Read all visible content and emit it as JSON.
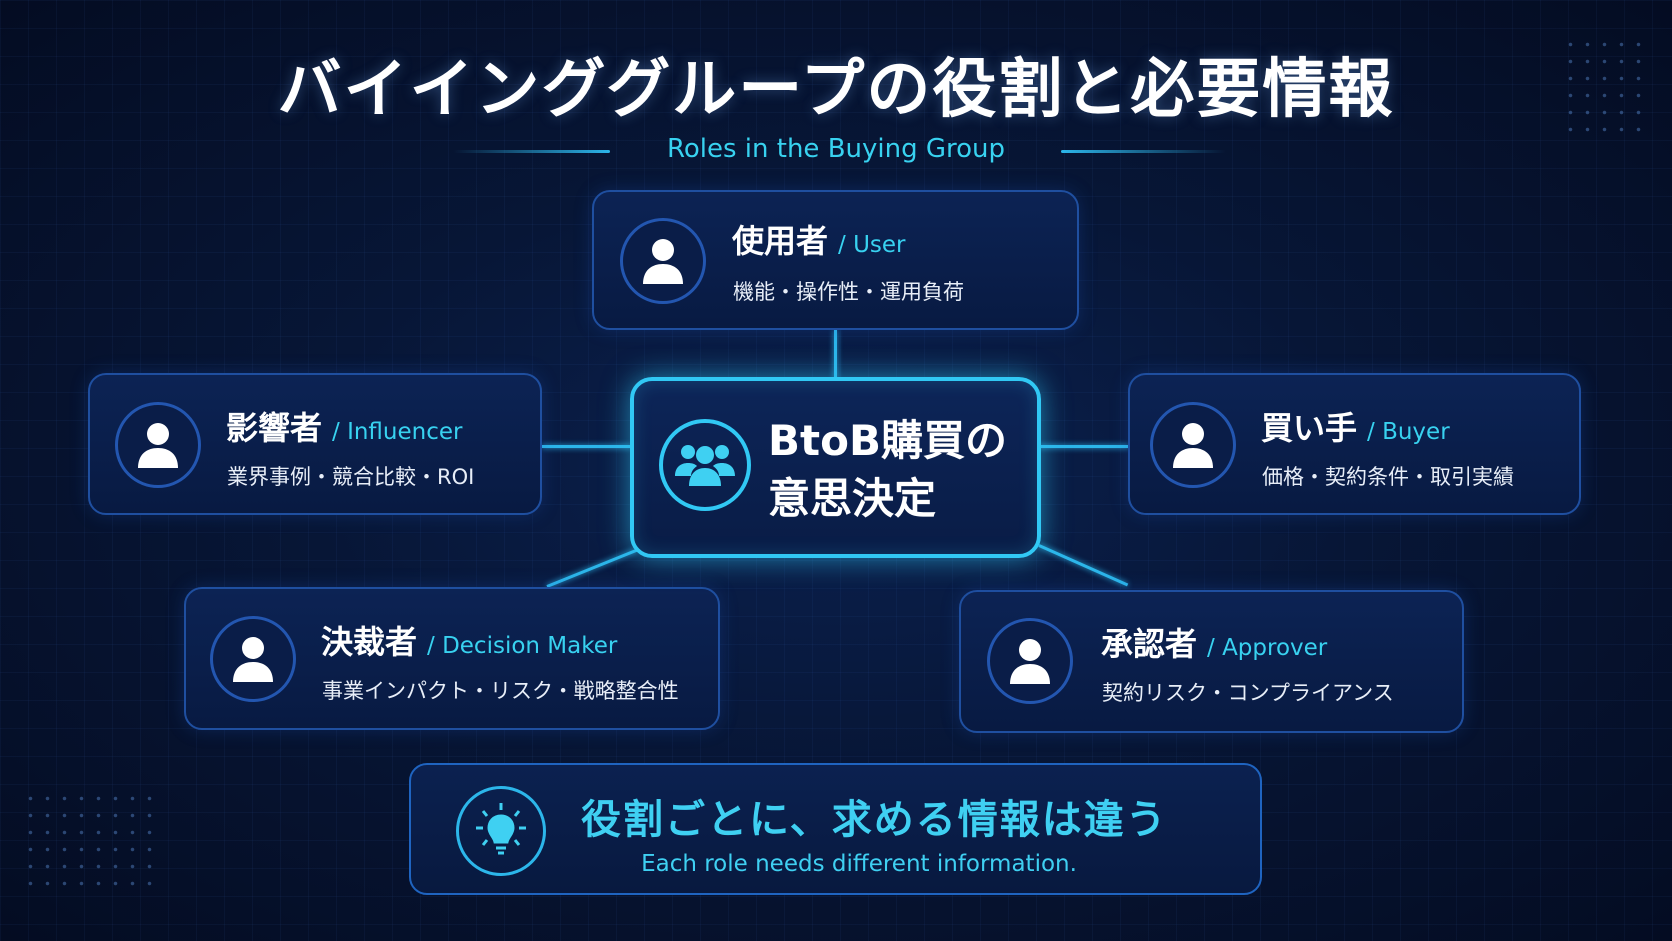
{
  "title": "バイインググループの役割と必要情報",
  "subtitle": "Roles in the Buying Group",
  "center": {
    "line1": "BtoB購買の",
    "line2": "意思決定",
    "icon": "group-icon"
  },
  "roles": [
    {
      "name": "使用者",
      "en": "/ User",
      "desc": "機能・操作性・運用負荷",
      "icon": "person-icon"
    },
    {
      "name": "影響者",
      "en": "/ Influencer",
      "desc": "業界事例・競合比較・ROI",
      "icon": "person-icon"
    },
    {
      "name": "買い手",
      "en": "/ Buyer",
      "desc": "価格・契約条件・取引実績",
      "icon": "person-icon"
    },
    {
      "name": "決裁者",
      "en": "/ Decision Maker",
      "desc": "事業インパクト・リスク・戦略整合性",
      "icon": "person-icon"
    },
    {
      "name": "承認者",
      "en": "/ Approver",
      "desc": "契約リスク・コンプライアンス",
      "icon": "person-icon"
    }
  ],
  "footer": {
    "main": "役割ごとに、求める情報は違う",
    "sub": "Each role needs different information.",
    "icon": "lightbulb-icon"
  },
  "colors": {
    "accent": "#31c8f4",
    "background": "#071636",
    "border": "#1f4fa0"
  }
}
